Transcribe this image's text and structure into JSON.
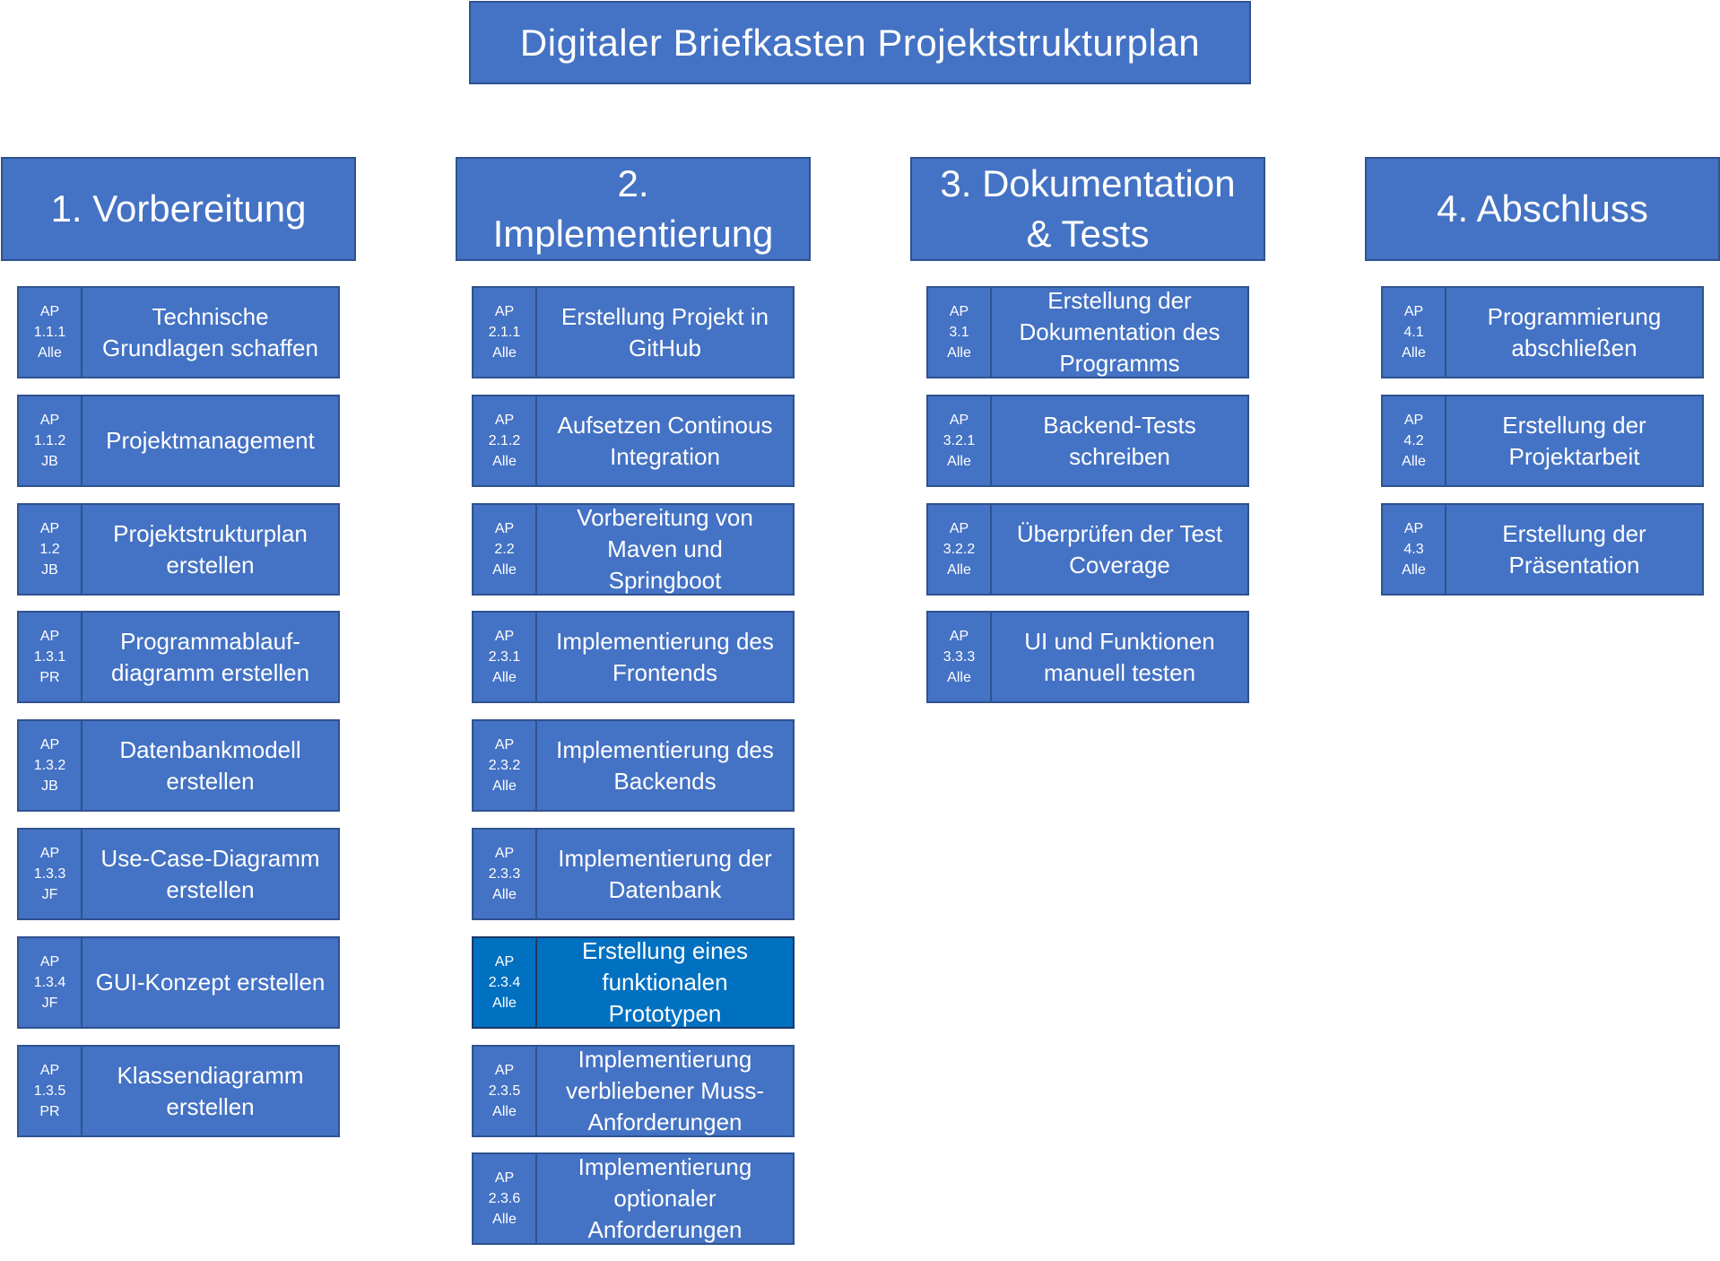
{
  "title": "Digitaler Briefkasten Projektstrukturplan",
  "colors": {
    "box_fill": "#4472c4",
    "box_border": "#2f528f",
    "highlight_fill": "#0070c0",
    "text": "#ffffff"
  },
  "columns": [
    {
      "header": "1. Vorbereitung",
      "items": [
        {
          "ap": "AP",
          "num": "1.1.1",
          "who": "Alle",
          "label": "Technische Grundlagen schaffen"
        },
        {
          "ap": "AP",
          "num": "1.1.2",
          "who": "JB",
          "label": "Projektmanagement"
        },
        {
          "ap": "AP",
          "num": "1.2",
          "who": "JB",
          "label": "Projektstrukturplan erstellen"
        },
        {
          "ap": "AP",
          "num": "1.3.1",
          "who": "PR",
          "label": "Programmablauf-diagramm erstellen"
        },
        {
          "ap": "AP",
          "num": "1.3.2",
          "who": "JB",
          "label": "Datenbankmodell erstellen"
        },
        {
          "ap": "AP",
          "num": "1.3.3",
          "who": "JF",
          "label": "Use-Case-Diagramm erstellen"
        },
        {
          "ap": "AP",
          "num": "1.3.4",
          "who": "JF",
          "label": "GUI-Konzept erstellen"
        },
        {
          "ap": "AP",
          "num": "1.3.5",
          "who": "PR",
          "label": "Klassendiagramm erstellen"
        }
      ]
    },
    {
      "header": "2. Implementierung",
      "items": [
        {
          "ap": "AP",
          "num": "2.1.1",
          "who": "Alle",
          "label": "Erstellung Projekt in GitHub"
        },
        {
          "ap": "AP",
          "num": "2.1.2",
          "who": "Alle",
          "label": "Aufsetzen Continous Integration"
        },
        {
          "ap": "AP",
          "num": "2.2",
          "who": "Alle",
          "label": "Vorbereitung von Maven und Springboot"
        },
        {
          "ap": "AP",
          "num": "2.3.1",
          "who": "Alle",
          "label": "Implementierung des Frontends"
        },
        {
          "ap": "AP",
          "num": "2.3.2",
          "who": "Alle",
          "label": "Implementierung des Backends"
        },
        {
          "ap": "AP",
          "num": "2.3.3",
          "who": "Alle",
          "label": "Implementierung der Datenbank"
        },
        {
          "ap": "AP",
          "num": "2.3.4",
          "who": "Alle",
          "label": "Erstellung eines funktionalen Prototypen",
          "highlight": true
        },
        {
          "ap": "AP",
          "num": "2.3.5",
          "who": "Alle",
          "label": "Implementierung verbliebener Muss-Anforderungen"
        },
        {
          "ap": "AP",
          "num": "2.3.6",
          "who": "Alle",
          "label": "Implementierung optionaler Anforderungen"
        }
      ]
    },
    {
      "header": "3. Dokumentation & Tests",
      "items": [
        {
          "ap": "AP",
          "num": "3.1",
          "who": "Alle",
          "label": "Erstellung der Dokumentation des Programms"
        },
        {
          "ap": "AP",
          "num": "3.2.1",
          "who": "Alle",
          "label": "Backend-Tests schreiben"
        },
        {
          "ap": "AP",
          "num": "3.2.2",
          "who": "Alle",
          "label": "Überprüfen der Test Coverage"
        },
        {
          "ap": "AP",
          "num": "3.3.3",
          "who": "Alle",
          "label": "UI und Funktionen manuell testen"
        }
      ]
    },
    {
      "header": "4. Abschluss",
      "items": [
        {
          "ap": "AP",
          "num": "4.1",
          "who": "Alle",
          "label": "Programmierung abschließen"
        },
        {
          "ap": "AP",
          "num": "4.2",
          "who": "Alle",
          "label": "Erstellung der Projektarbeit"
        },
        {
          "ap": "AP",
          "num": "4.3",
          "who": "Alle",
          "label": "Erstellung der Präsentation"
        }
      ]
    }
  ]
}
